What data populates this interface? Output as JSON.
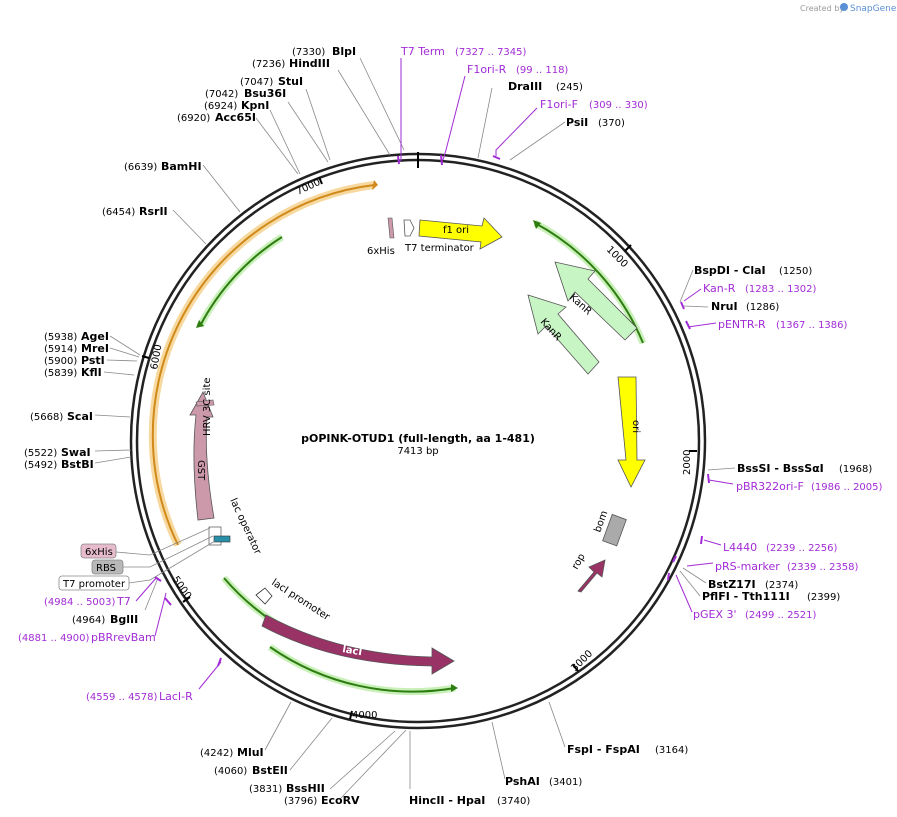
{
  "credit": {
    "prefix": "Created by",
    "brand": "SnapGene"
  },
  "plasmid": {
    "name": "pOPINK-OTUD1 (full-length, aa 1-481)",
    "size_label": "7413 bp"
  },
  "ticks": [
    "1000",
    "2000",
    "3000",
    "4000",
    "5000",
    "6000",
    "7000"
  ],
  "enzymes": [
    {
      "name": "BlpI",
      "pos": "(7330)"
    },
    {
      "name": "HindIII",
      "pos": "(7236)"
    },
    {
      "name": "StuI",
      "pos": "(7047)"
    },
    {
      "name": "Bsu36I",
      "pos": "(7042)"
    },
    {
      "name": "KpnI",
      "pos": "(6924)"
    },
    {
      "name": "Acc65I",
      "pos": "(6920)"
    },
    {
      "name": "BamHI",
      "pos": "(6639)"
    },
    {
      "name": "RsrII",
      "pos": "(6454)"
    },
    {
      "name": "AgeI",
      "pos": "(5938)"
    },
    {
      "name": "MreI",
      "pos": "(5914)"
    },
    {
      "name": "PstI",
      "pos": "(5900)"
    },
    {
      "name": "KflI",
      "pos": "(5839)"
    },
    {
      "name": "ScaI",
      "pos": "(5668)"
    },
    {
      "name": "SwaI",
      "pos": "(5522)"
    },
    {
      "name": "BstBI",
      "pos": "(5492)"
    },
    {
      "name": "BglII",
      "pos": "(4964)"
    },
    {
      "name": "MluI",
      "pos": "(4242)"
    },
    {
      "name": "BstEII",
      "pos": "(4060)"
    },
    {
      "name": "BssHII",
      "pos": "(3831)"
    },
    {
      "name": "EcoRV",
      "pos": "(3796)"
    },
    {
      "name": "HincII  - HpaI",
      "pos": "(3740)"
    },
    {
      "name": "PshAI",
      "pos": "(3401)"
    },
    {
      "name": "FspI  - FspAI",
      "pos": "(3164)"
    },
    {
      "name": "DraIII",
      "pos": "(245)"
    },
    {
      "name": "PsiI",
      "pos": "(370)"
    },
    {
      "name": "BspDI  - ClaI",
      "pos": "(1250)"
    },
    {
      "name": "NruI",
      "pos": "(1286)"
    },
    {
      "name": "BssSI  - BssSαI",
      "pos": "(1968)"
    },
    {
      "name": "BstZ17I",
      "pos": "(2374)"
    },
    {
      "name": "PflFI  - Tth111I",
      "pos": "(2399)"
    }
  ],
  "primers": [
    {
      "name": "T7 Term",
      "pos": "(7327 .. 7345)"
    },
    {
      "name": "F1ori-R",
      "pos": "(99 .. 118)"
    },
    {
      "name": "F1ori-F",
      "pos": "(309 .. 330)"
    },
    {
      "name": "Kan-R",
      "pos": "(1283 .. 1302)"
    },
    {
      "name": "pENTR-R",
      "pos": "(1367 .. 1386)"
    },
    {
      "name": "pBR322ori-F",
      "pos": "(1986 .. 2005)"
    },
    {
      "name": "L4440",
      "pos": "(2239 .. 2256)"
    },
    {
      "name": "pRS-marker",
      "pos": "(2339 .. 2358)"
    },
    {
      "name": "pGEX 3'",
      "pos": "(2499 .. 2521)"
    },
    {
      "name": "LacI-R",
      "pos": "(4559 .. 4578)"
    },
    {
      "name": "pBRrevBam",
      "pos": "(4881 .. 4900)"
    },
    {
      "name": "T7",
      "pos": "(4984 .. 5003)"
    }
  ],
  "boxes": [
    "6xHis",
    "RBS",
    "T7 promoter"
  ],
  "features": [
    "f1 ori",
    "KanR",
    "KanR",
    "ori",
    "bom",
    "rop",
    "lacI",
    "lacI promoter",
    "lac operator",
    "GST",
    "HRV 3C site",
    "6xHis",
    "T7 terminator"
  ],
  "colors": {
    "primer": "#a22bd6",
    "ori": "#ffff00",
    "kanr": "#c8f5c4",
    "laci": "#993366",
    "gst": "#cc99aa",
    "orange_arc": "#f0b040",
    "green_arc": "#2e7d11"
  }
}
